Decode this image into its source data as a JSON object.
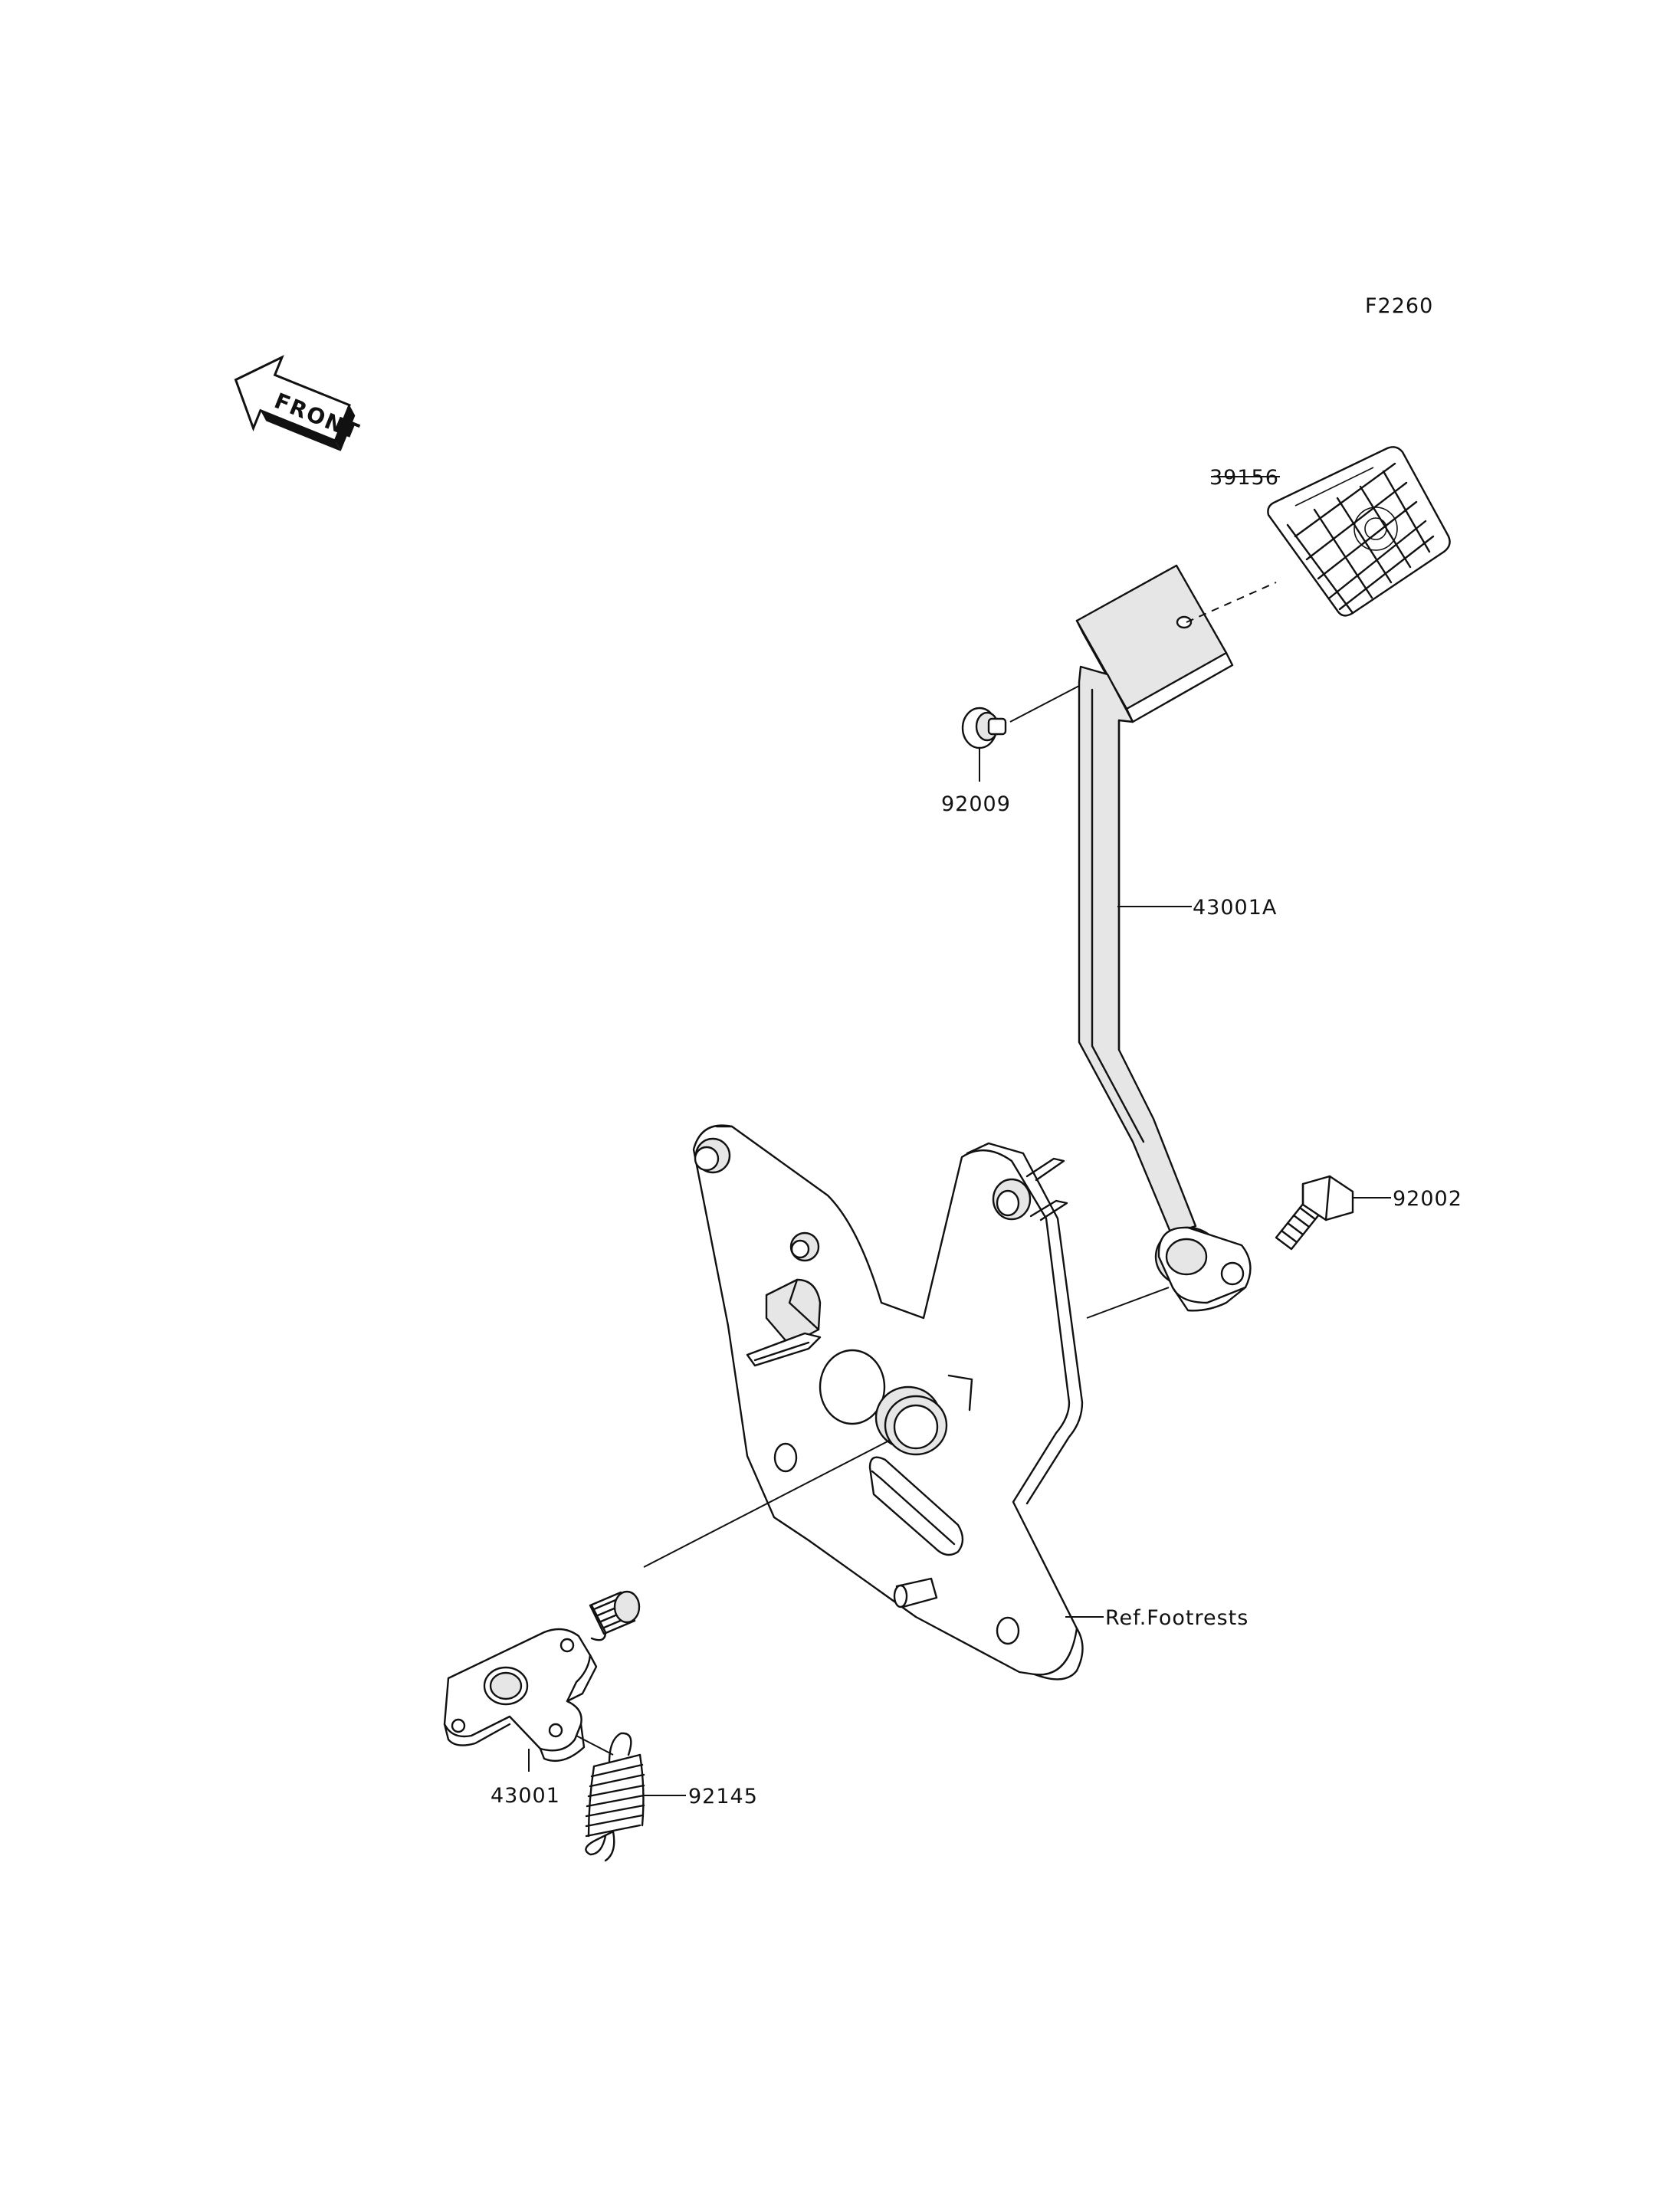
{
  "diagram": {
    "figure_code": "F2260",
    "front_indicator": "FRONT",
    "parts": [
      {
        "key": "pedal_pad",
        "number": "39156"
      },
      {
        "key": "washer",
        "number": "92009"
      },
      {
        "key": "brake_pedal",
        "number": "43001A"
      },
      {
        "key": "bolt",
        "number": "92002"
      },
      {
        "key": "footrest_ref",
        "number": "Ref.Footrests"
      },
      {
        "key": "lever",
        "number": "43001"
      },
      {
        "key": "spring",
        "number": "92145"
      }
    ]
  }
}
